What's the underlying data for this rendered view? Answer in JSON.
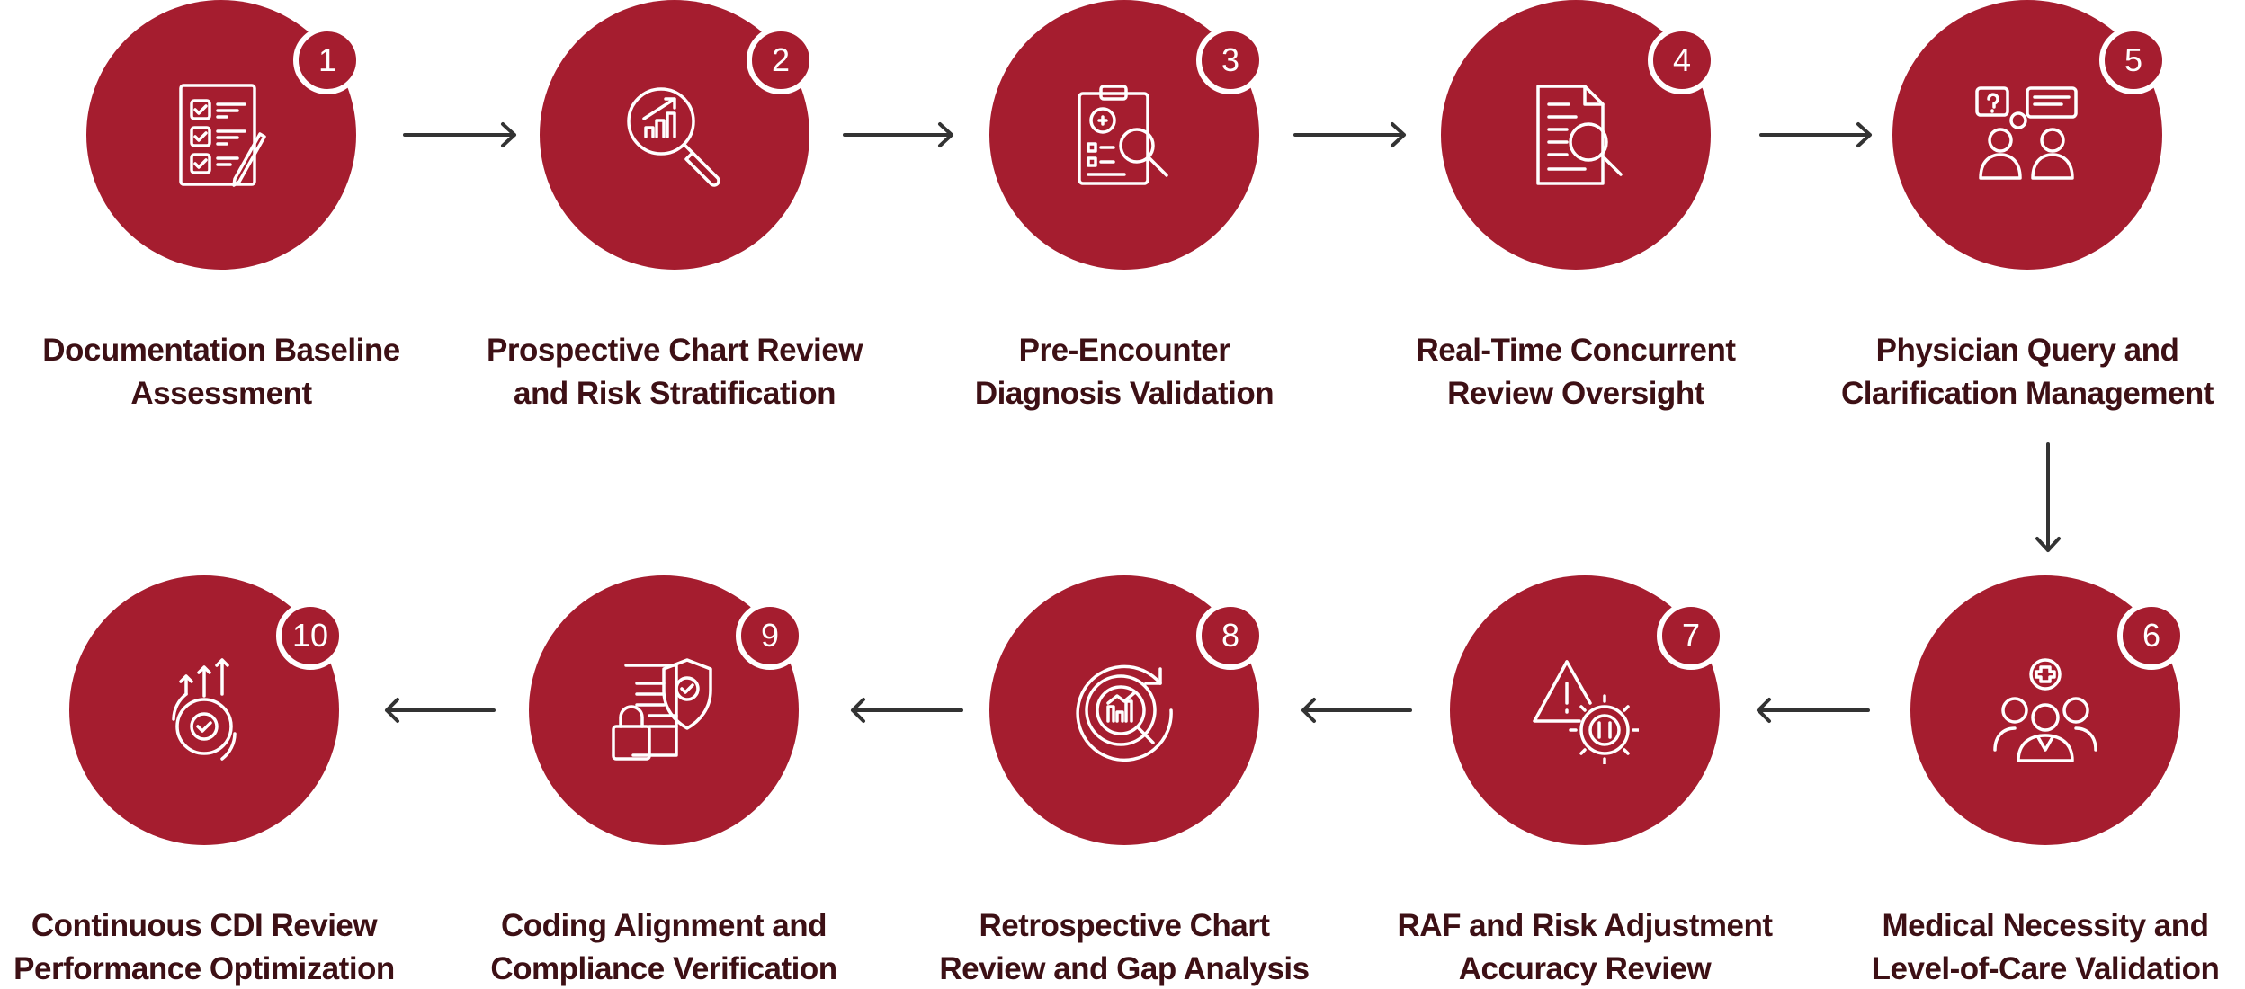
{
  "colors": {
    "accent": "#a51d2f",
    "label_text": "#3d1015",
    "arrow": "#333333"
  },
  "steps": [
    {
      "number": "1",
      "icon": "checklist-icon",
      "label_line1": "Documentation Baseline",
      "label_line2": "Assessment"
    },
    {
      "number": "2",
      "icon": "chart-magnifier-icon",
      "label_line1": "Prospective Chart Review",
      "label_line2": "and Risk Stratification"
    },
    {
      "number": "3",
      "icon": "clipboard-search-icon",
      "label_line1": "Pre-Encounter",
      "label_line2": "Diagnosis Validation"
    },
    {
      "number": "4",
      "icon": "document-search-icon",
      "label_line1": "Real-Time Concurrent",
      "label_line2": "Review Oversight"
    },
    {
      "number": "5",
      "icon": "people-query-icon",
      "label_line1": "Physician Query and",
      "label_line2": "Clarification Management"
    },
    {
      "number": "6",
      "icon": "medical-team-icon",
      "label_line1": "Medical Necessity and",
      "label_line2": "Level-of-Care Validation"
    },
    {
      "number": "7",
      "icon": "warning-gear-icon",
      "label_line1": "RAF and Risk Adjustment",
      "label_line2": "Accuracy Review"
    },
    {
      "number": "8",
      "icon": "analysis-cycle-icon",
      "label_line1": "Retrospective Chart",
      "label_line2": "Review and Gap Analysis"
    },
    {
      "number": "9",
      "icon": "compliance-shield-icon",
      "label_line1": "Coding Alignment and",
      "label_line2": "Compliance Verification"
    },
    {
      "number": "10",
      "icon": "optimization-gear-icon",
      "label_line1": "Continuous CDI Review",
      "label_line2": "Performance Optimization"
    }
  ]
}
